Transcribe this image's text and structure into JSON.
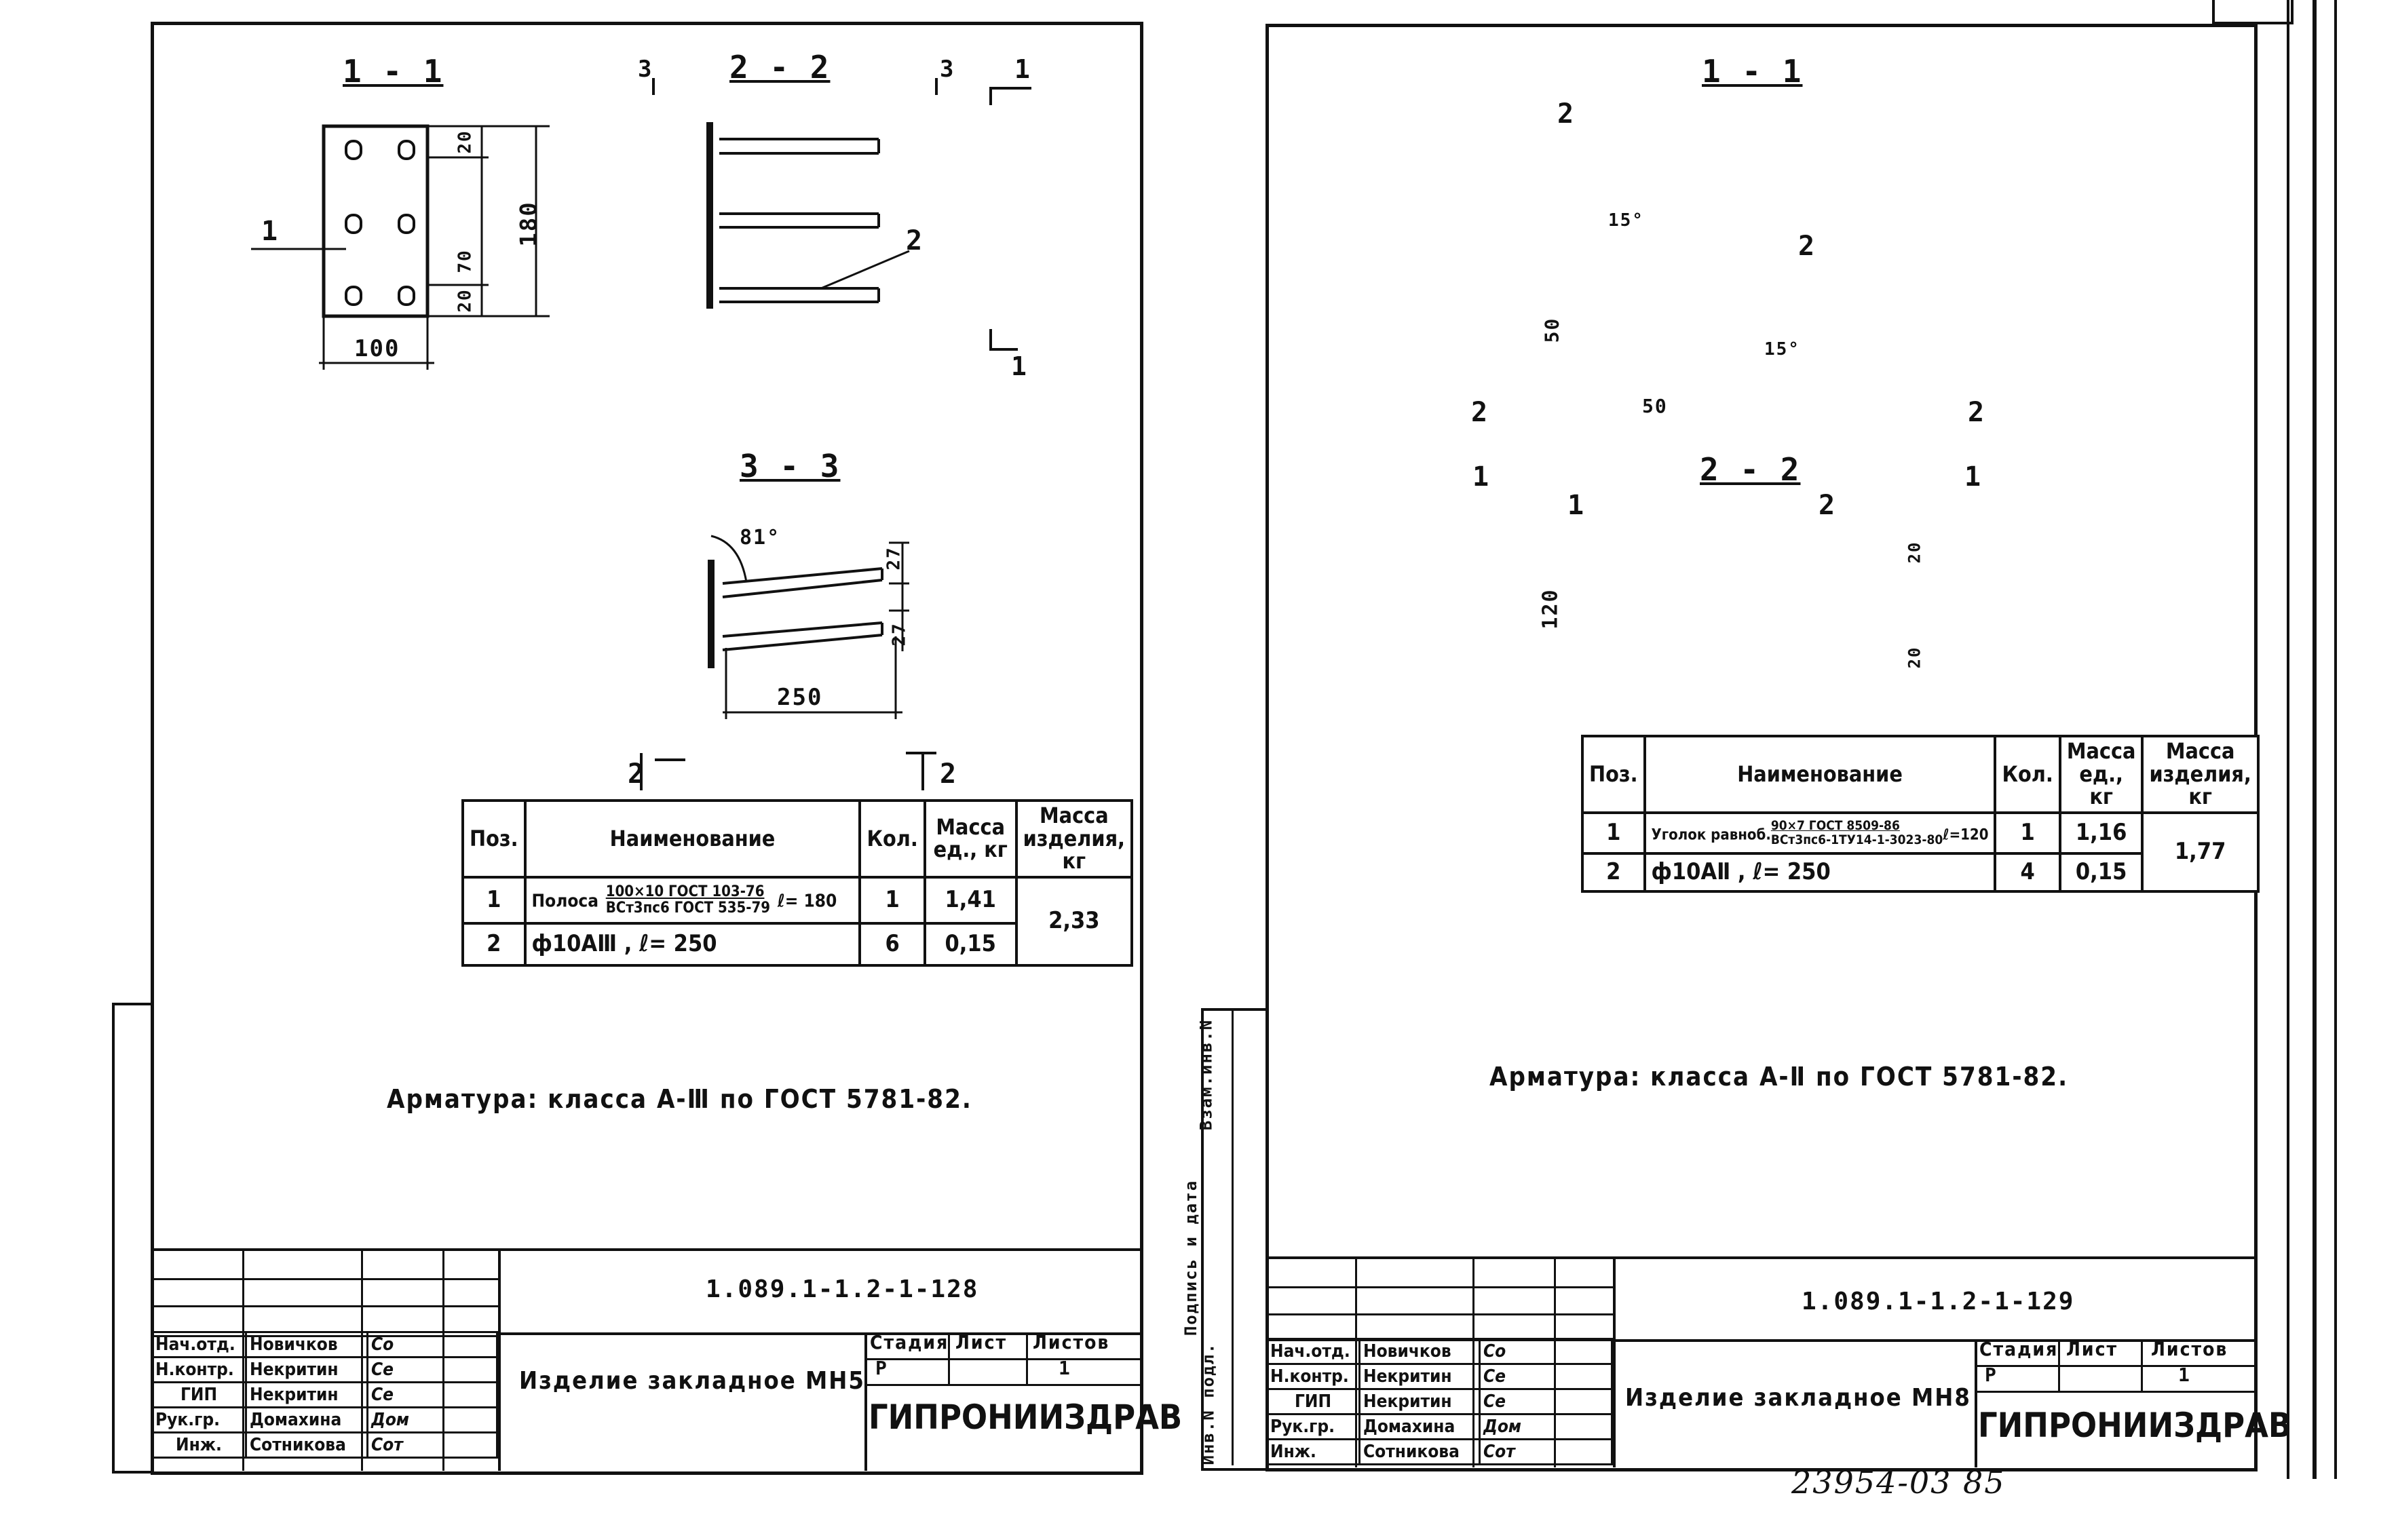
{
  "sheet1": {
    "sections": {
      "s11": "1 - 1",
      "s22": "2 - 2",
      "s33": "3 - 3"
    },
    "section_marks": {
      "m3a": "3",
      "m3b": "3",
      "m1a": "1",
      "m1b": "1",
      "m2a": "2",
      "m2b": "2"
    },
    "dims": {
      "d20a": "20",
      "d70": "70",
      "d20b": "20",
      "d180": "180",
      "d100": "100",
      "d27a": "27",
      "d27b": "27",
      "d250": "250",
      "angle": "81°"
    },
    "callouts": {
      "c1": "1",
      "c2": "2"
    },
    "spec": {
      "headers": {
        "pos": "Поз.",
        "name": "Наименование",
        "qty": "Кол.",
        "mass_unit": "Масса ед., кг",
        "mass_total": "Масса изделия, кг"
      },
      "rows": [
        {
          "pos": "1",
          "name_prefix": "Полоса",
          "frac_top": "100×10 ГОСТ 103-76",
          "frac_bot": "ВСт3пс6 ГОСТ 535-79",
          "len": "ℓ= 180",
          "qty": "1",
          "mass": "1,41"
        },
        {
          "pos": "2",
          "name": "ф10АⅢ ,     ℓ= 250",
          "qty": "6",
          "mass": "0,15"
        }
      ],
      "total": "2,33"
    },
    "note": "Арматура: класса  А-Ⅲ по  ГОСТ 5781-82.",
    "title_block": {
      "code": "1.089.1-1.2-1-128",
      "item": "Изделие закладное МН5",
      "stage_h": "Стадия",
      "sheet_h": "Лист",
      "sheets_h": "Листов",
      "stage": "Р",
      "sheets": "1",
      "org": "ГИПРОНИИЗДРАВ",
      "people": [
        {
          "role": "Нач.отд.",
          "name": "Новичков",
          "sig": "Сo"
        },
        {
          "role": "Н.контр.",
          "name": "Некритин",
          "sig": "Сe"
        },
        {
          "role": "ГИП",
          "name": "Некритин",
          "sig": "Сe"
        },
        {
          "role": "Рук.гр.",
          "name": "Домахина",
          "sig": "Дом"
        },
        {
          "role": "Инж.",
          "name": "Сотникова",
          "sig": "Сот"
        }
      ]
    }
  },
  "sheet2": {
    "sections": {
      "s11": "1 - 1",
      "s22": "2 - 2"
    },
    "section_marks": {
      "m2a": "2",
      "m2b": "2",
      "m1a": "1",
      "m1b": "1"
    },
    "dims": {
      "d50a": "50",
      "d50b": "50",
      "a15a": "15°",
      "a15b": "15°",
      "d120": "120",
      "d20a": "20",
      "d20b": "20"
    },
    "callouts": {
      "c2a": "2",
      "c2b": "2",
      "c1": "1",
      "c2c": "2"
    },
    "spec": {
      "headers": {
        "pos": "Поз.",
        "name": "Наименование",
        "qty": "Кол.",
        "mass_unit": "Масса ед., кг",
        "mass_total": "Масса изделия, кг"
      },
      "rows": [
        {
          "pos": "1",
          "name_prefix": "Уголок равноб.",
          "frac_top": "90×7 ГОСТ 8509-86",
          "frac_bot": "ВСт3пс6-1ТУ14-1-3023-80",
          "len": "ℓ=120",
          "qty": "1",
          "mass": "1,16"
        },
        {
          "pos": "2",
          "name": "ф10АⅡ ,     ℓ= 250",
          "qty": "4",
          "mass": "0,15"
        }
      ],
      "total": "1,77"
    },
    "note": "Арматура: класса  А-Ⅱ по  ГОСТ 5781-82.",
    "title_block": {
      "code": "1.089.1-1.2-1-129",
      "item": "Изделие закладное  МН8",
      "stage_h": "Стадия",
      "sheet_h": "Лист",
      "sheets_h": "Листов",
      "stage": "Р",
      "sheets": "1",
      "org": "ГИПРОНИИЗДРАВ",
      "people": [
        {
          "role": "Нач.отд.",
          "name": "Новичков",
          "sig": "Сo"
        },
        {
          "role": "Н.контр.",
          "name": "Некритин",
          "sig": "Сe"
        },
        {
          "role": "ГИП",
          "name": "Некритин",
          "sig": "Сe"
        },
        {
          "role": "Рук.гр.",
          "name": "Домахина",
          "sig": "Дом"
        },
        {
          "role": "Инж.",
          "name": "Сотникова",
          "sig": "Сот"
        }
      ]
    },
    "side_stamp": {
      "inv": "Инв.N подл.",
      "sign": "Подпись и дата",
      "vzam": "Взам.инв.N"
    }
  },
  "footer_code": "23954-03  85"
}
